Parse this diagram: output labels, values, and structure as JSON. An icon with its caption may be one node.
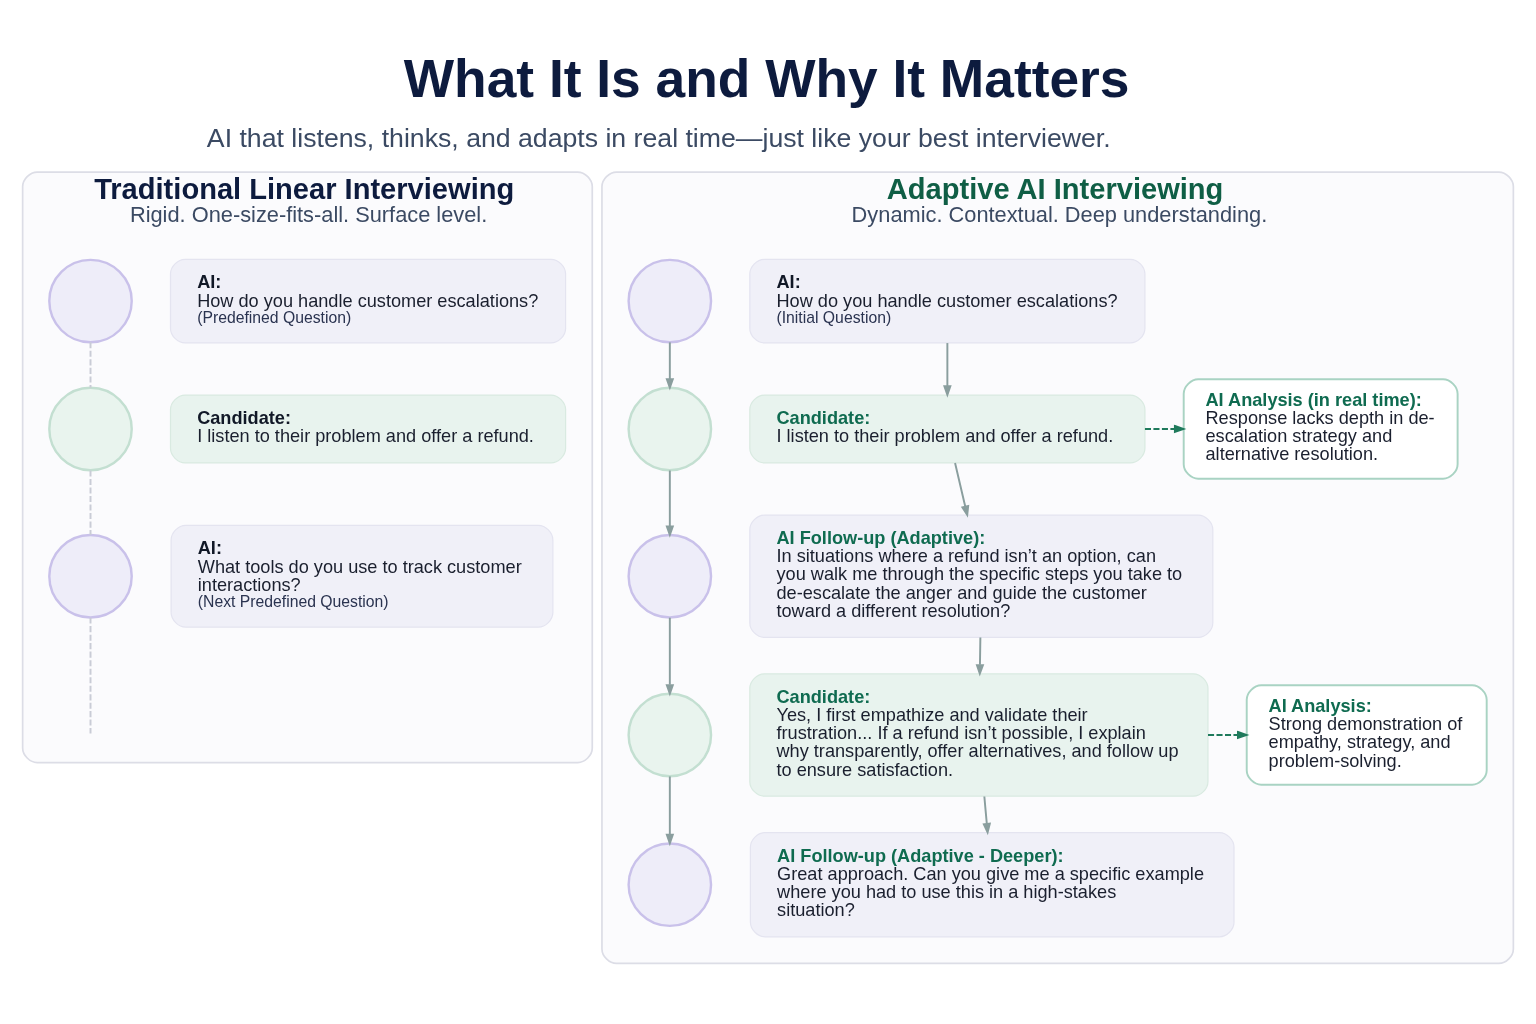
{
  "diagram": {
    "title": "What It Is and Why It Matters",
    "nodes": [
      {
        "text": [
          "Traditional Linear Interviewing",
          "Rigid. One-size-fits-all. Surface level."
        ]
      },
      {
        "text": [],
        "shape": "circle",
        "in": 0
      },
      {
        "text": [
          "AI:",
          "How do you handle customer escalations?",
          "(Predefined Question)"
        ],
        "in": 0
      },
      {
        "text": [],
        "shape": "circle",
        "in": 0
      },
      {
        "text": [
          "Candidate:",
          "I listen to their problem and offer a refund."
        ],
        "in": 0
      },
      {
        "text": [],
        "shape": "circle",
        "in": 0
      },
      {
        "text": [
          "AI:",
          "What tools do you use to track customer interactions?",
          "(Next Predefined Question)"
        ],
        "in": 0
      },
      {
        "text": [
          "Adaptive AI Interviewing",
          "Dynamic. Contextual. Deep understanding."
        ]
      },
      {
        "text": [],
        "shape": "circle",
        "in": 7
      },
      {
        "text": [
          "AI:",
          "How do you handle customer escalations?",
          "(Initial Question)"
        ],
        "in": 7
      },
      {
        "text": [],
        "shape": "circle",
        "in": 7
      },
      {
        "text": [
          "Candidate:",
          "I listen to their problem and offer a refund."
        ],
        "in": 7
      },
      {
        "text": [
          "AI Analysis (in real time):",
          "Response lacks depth in de-escalation strategy and alternative resolution."
        ],
        "in": 7
      },
      {
        "text": [],
        "shape": "circle",
        "in": 7
      },
      {
        "text": [
          "AI Follow-up (Adaptive):",
          "In situations where a refund isn’t an option, can you walk me through the specific steps you take to de-escalate the anger and guide the customer toward a different resolution?"
        ],
        "in": 7
      },
      {
        "text": [],
        "shape": "circle",
        "in": 7
      },
      {
        "text": [
          "Candidate:",
          "Yes, I first empathize and validate their frustration... If a refund isn’t possible, I explain why transparently, offer alternatives, and follow up to ensure satisfaction."
        ],
        "in": 7
      },
      {
        "text": [
          "AI Analysis:",
          "Strong demonstration of empathy, strategy, and problem-solving."
        ],
        "in": 7
      },
      {
        "text": [],
        "shape": "circle",
        "in": 7
      },
      {
        "text": [
          "AI Follow-up (Adaptive - Deeper):",
          "Great approach. Can you give me a specific example where you had to use this in a high-stakes situation?"
        ],
        "in": 7
      }
    ],
    "edges": [
      {
        "from": 1,
        "to": 3,
        "arrow": "none",
        "style": "dashed",
        "color": "#c9ccd6"
      },
      {
        "from": 3,
        "to": 5,
        "arrow": "none",
        "style": "dashed",
        "color": "#c9ccd6"
      },
      {
        "from": 5,
        "to": null,
        "arrow": "none",
        "style": "dashed",
        "color": "#c9ccd6"
      },
      {
        "from": 8,
        "to": 10,
        "arrow": "to"
      },
      {
        "from": 9,
        "to": 11,
        "arrow": "to"
      },
      {
        "from": 11,
        "to": 12,
        "arrow": "to",
        "style": "dashed",
        "color": "#1f7a5c"
      },
      {
        "from": 10,
        "to": 13,
        "arrow": "to"
      },
      {
        "from": 11,
        "to": 14,
        "arrow": "to"
      },
      {
        "from": 13,
        "to": 15,
        "arrow": "to"
      },
      {
        "from": 14,
        "to": 16,
        "arrow": "to"
      },
      {
        "from": 16,
        "to": 17,
        "arrow": "to",
        "style": "dashed",
        "color": "#1f7a5c"
      },
      {
        "from": 15,
        "to": 18,
        "arrow": "to"
      },
      {
        "from": 16,
        "to": 19,
        "arrow": "to"
      }
    ],
    "labels": [
      "AI that listens, thinks, and adapts in real time—just like your best interviewer."
    ]
  }
}
